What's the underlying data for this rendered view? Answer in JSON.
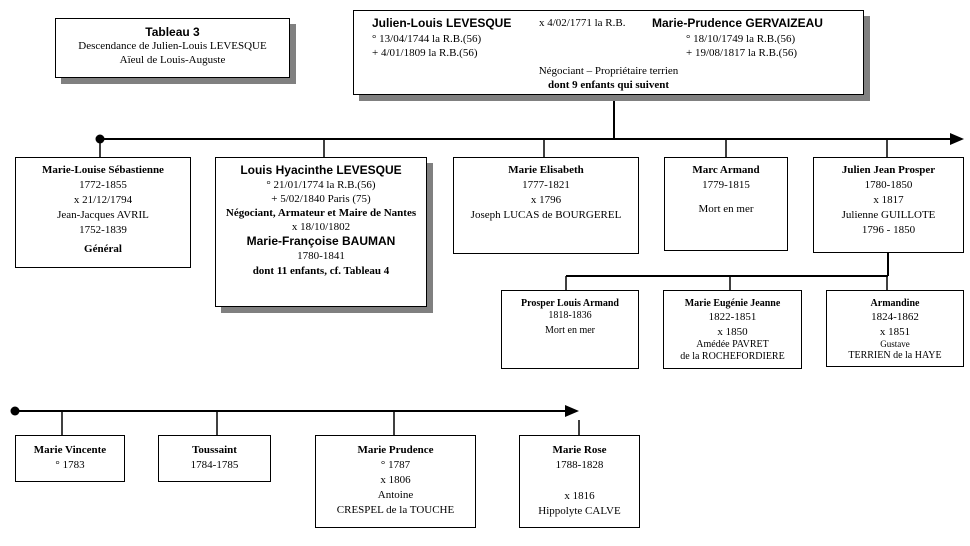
{
  "title_box": {
    "title": "Tableau 3",
    "line1": "Descendance de Julien-Louis LEVESQUE",
    "line2": "Aïeul de Louis-Auguste"
  },
  "parents": {
    "father_name": "Julien-Louis LEVESQUE",
    "marriage": "x 4/02/1771 la R.B.",
    "mother_name": "Marie-Prudence GERVAIZEAU",
    "father_birth": "° 13/04/1744 la R.B.(56)",
    "father_death": "+  4/01/1809 la R.B.(56)",
    "mother_birth": "° 18/10/1749 la R.B.(56)",
    "mother_death": "+ 19/08/1817 la R.B.(56)",
    "profession": "Négociant – Propriétaire terrien",
    "children_note": "dont 9 enfants qui suivent"
  },
  "children_row1": [
    {
      "name": "Marie-Louise Sébastienne",
      "dates": "1772-1855",
      "marriage": "x 21/12/1794",
      "spouse": "Jean-Jacques AVRIL",
      "spouse_dates": "1752-1839",
      "note": "Général"
    },
    {
      "name": "Louis Hyacinthe LEVESQUE",
      "birth": "° 21/01/1774 la R.B.(56)",
      "death": "+  5/02/1840 Paris (75)",
      "profession": "Négociant, Armateur et Maire de Nantes",
      "marriage": "x 18/10/1802",
      "spouse": "Marie-Françoise BAUMAN",
      "spouse_dates": "1780-1841",
      "note": "dont 11 enfants, cf. Tableau 4"
    },
    {
      "name": "Marie Elisabeth",
      "dates": "1777-1821",
      "marriage": "x 1796",
      "spouse": "Joseph LUCAS de BOURGEREL"
    },
    {
      "name": "Marc Armand",
      "dates": "1779-1815",
      "note": "Mort en mer"
    },
    {
      "name": "Julien Jean Prosper",
      "dates": "1780-1850",
      "marriage": "x 1817",
      "spouse": "Julienne GUILLOTE",
      "spouse_dates": "1796 - 1850"
    }
  ],
  "grandchildren": [
    {
      "name": "Prosper Louis Armand",
      "dates": "1818-1836",
      "note": "Mort en mer"
    },
    {
      "name": "Marie Eugénie Jeanne",
      "dates": "1822-1851",
      "marriage": "x 1850",
      "spouse1": "Amédée PAVRET",
      "spouse2": "de la ROCHEFORDIERE"
    },
    {
      "name": "Armandine",
      "dates": "1824-1862",
      "marriage": "x 1851",
      "spouse1": "Gustave",
      "spouse2": "TERRIEN de la HAYE"
    }
  ],
  "children_row2": [
    {
      "name": "Marie Vincente",
      "dates": "° 1783"
    },
    {
      "name": "Toussaint",
      "dates": "1784-1785"
    },
    {
      "name": "Marie Prudence",
      "dates": "° 1787",
      "marriage": "x 1806",
      "spouse1": "Antoine",
      "spouse2": "CRESPEL de la TOUCHE"
    },
    {
      "name": "Marie Rose",
      "dates": "1788-1828",
      "marriage": "x 1816",
      "spouse": "Hippolyte CALVE"
    }
  ]
}
